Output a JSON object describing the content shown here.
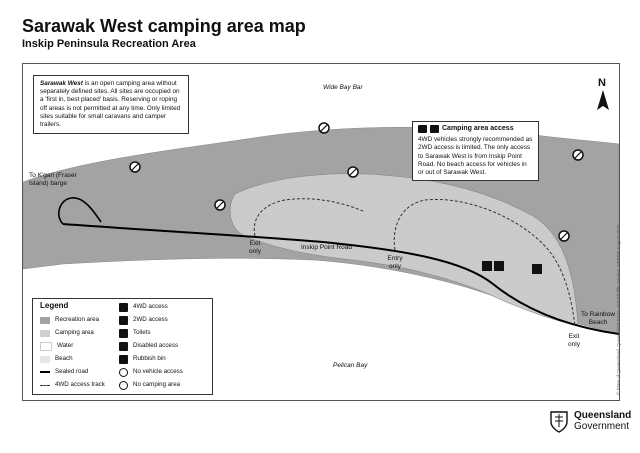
{
  "title": "Sarawak West camping area map",
  "subtitle": "Inskip Peninsula Recreation Area",
  "intro": {
    "name": "Sarawak West",
    "text": " is an open camping area without separately defined sites. All sites are occupied on a 'first in, best placed' basis. Reserving or roping off areas is not permitted at any time. Only limited sites suitable for small caravans and camper trailers."
  },
  "access_box": {
    "heading": "Camping area access",
    "text": "4WD vehicles strongly recommended as 2WD access is limited. The only access to Sarawak West is from Inskip Point Road. No beach access for vehicles in or out of Sarawak West."
  },
  "labels": {
    "wide_bay_bar": "Wide Bay Bar",
    "pelican_bay": "Pelican Bay",
    "to_kgari": "To K'gari (Fraser Island) barge",
    "road": "Inskip Point Road",
    "exit_left": "Exit only",
    "entry": "Entry only",
    "exit_right": "Exit only",
    "to_rainbow": "To Rainbow Beach",
    "north": "N"
  },
  "legend": {
    "title": "Legend",
    "items": [
      {
        "label": "Recreation area",
        "swatch": "#a3a3a3"
      },
      {
        "label": "Camping area",
        "swatch": "#cfcfcf"
      },
      {
        "label": "Water",
        "swatch": "#ffffff"
      },
      {
        "label": "Beach",
        "swatch": "#e6e6e6"
      },
      {
        "label": "Sealed road",
        "swatch": "line"
      },
      {
        "label": "4WD access track",
        "swatch": "dashed"
      }
    ],
    "icons": [
      {
        "label": "4WD access",
        "icon": "4wd-icon"
      },
      {
        "label": "2WD access",
        "icon": "2wd-icon"
      },
      {
        "label": "Toilets",
        "icon": "toilets-icon"
      },
      {
        "label": "Disabled access",
        "icon": "disabled-access-icon"
      },
      {
        "label": "Rubbish bin",
        "icon": "rubbish-bin-icon"
      },
      {
        "label": "No vehicle access",
        "icon": "no-vehicle-icon"
      },
      {
        "label": "No camping area",
        "icon": "no-camping-icon"
      }
    ]
  },
  "copyright": "© State of Queensland, Queensland Parks and Wildlife Service, NPRSR August 2020",
  "government": {
    "line1": "Queensland",
    "line2": "Government"
  },
  "colors": {
    "recreation": "#a3a3a3",
    "camping": "#cfcfcf",
    "beach": "#e6e6e6",
    "water": "#ffffff",
    "road": "#000000"
  }
}
